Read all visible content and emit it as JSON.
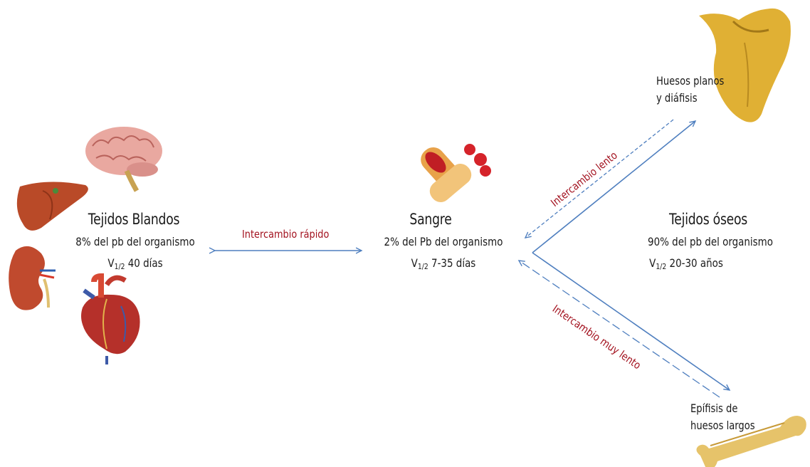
{
  "tejidos_blandos": {
    "title": "Tejidos Blandos",
    "percent": "8% del pb del organismo",
    "half_life_prefix": "V",
    "half_life_sub": "1/2",
    "half_life_value": " 40 días"
  },
  "sangre": {
    "title": "Sangre",
    "percent": "2% del Pb del organismo",
    "half_life_prefix": "V",
    "half_life_sub": "1/2",
    "half_life_value": " 7-35 días"
  },
  "tejidos_oseos": {
    "title": "Tejidos óseos",
    "percent": "90% del pb del organismo",
    "half_life_prefix": "V",
    "half_life_sub": "1/2",
    "half_life_value": " 20-30 años"
  },
  "huesos_planos": {
    "line1": "Huesos planos",
    "line2": "y diáfisis"
  },
  "epifisis": {
    "line1": "Epífisis de",
    "line2": "huesos largos"
  },
  "exchanges": {
    "rapido": "Intercambio rápido",
    "lento": "Intercambio lento",
    "muy_lento": "Intercambio muy lento"
  },
  "colors": {
    "arrow": "#4f7fbf",
    "label_red": "#a3121f",
    "bone": "#e6b93a",
    "organ_red": "#c8402a"
  },
  "icons": [
    "brain-icon",
    "liver-icon",
    "kidney-icon",
    "heart-icon",
    "blood-cells-icon",
    "scapula-icon",
    "long-bone-icon"
  ]
}
